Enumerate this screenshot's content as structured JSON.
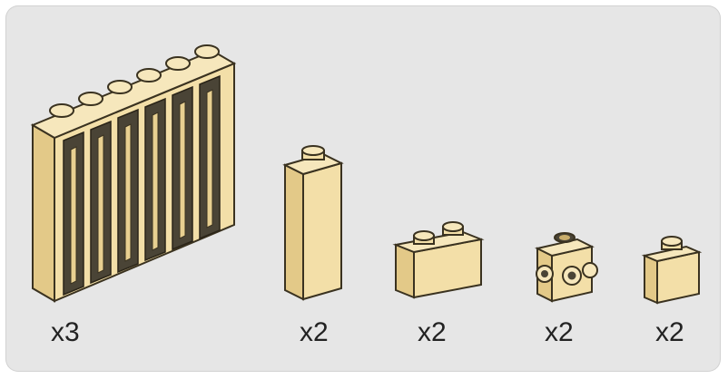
{
  "parts": [
    {
      "name": "gothic-window-panel",
      "quantity": "x3"
    },
    {
      "name": "tall-brick-1x1x3",
      "quantity": "x2"
    },
    {
      "name": "brick-1x2",
      "quantity": "x2"
    },
    {
      "name": "brick-1x1-studs-on-sides",
      "quantity": "x2"
    },
    {
      "name": "brick-1x1",
      "quantity": "x2"
    }
  ],
  "colors": {
    "tan": "#f3dfa8",
    "tan_side": "#e3c988",
    "tan_dark": "#c9ad6b",
    "outline": "#3a3220",
    "panel": "#e6e6e6"
  }
}
